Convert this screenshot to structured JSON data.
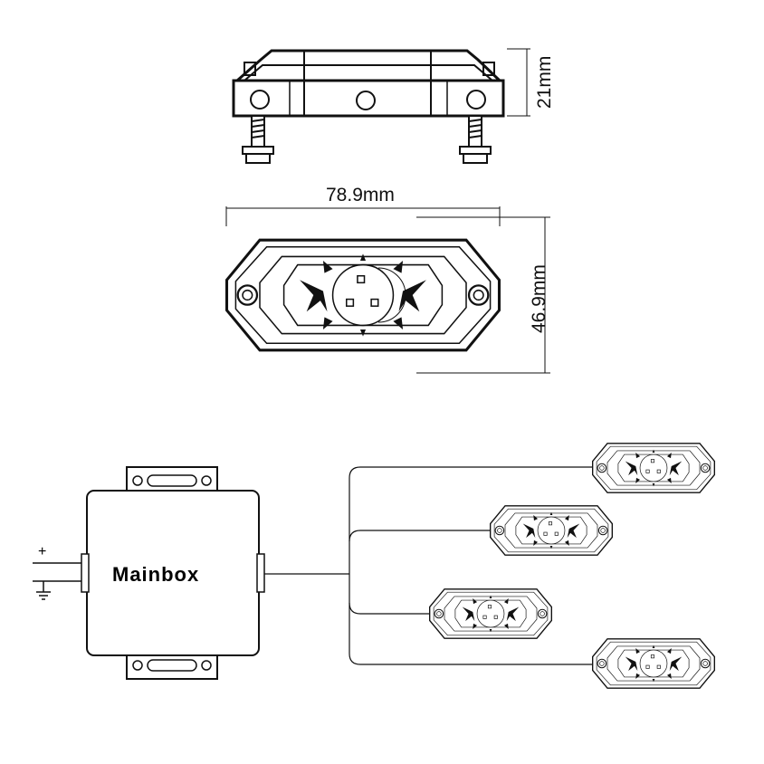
{
  "dimensions": {
    "height_label": "21mm",
    "length_label": "78.9mm",
    "width_label": "46.9mm"
  },
  "mainbox": {
    "label": "Mainbox",
    "positive_symbol": "+",
    "ground_symbol": "⏚"
  },
  "light_count": 4,
  "icons": [
    "rock-light-icon",
    "ground-icon",
    "mounting-bolt-icon"
  ]
}
